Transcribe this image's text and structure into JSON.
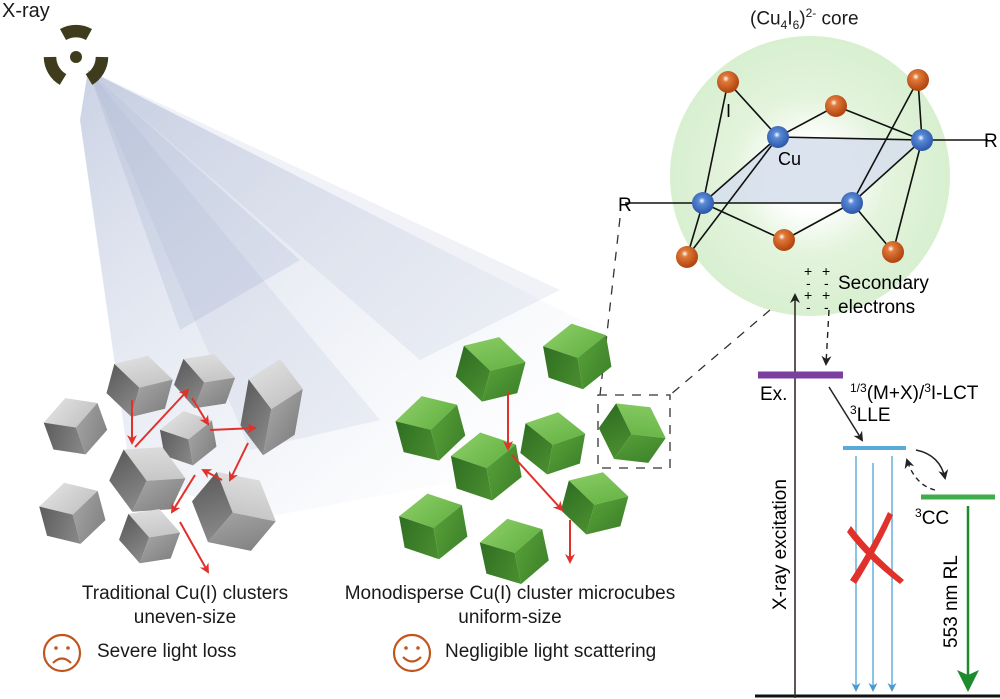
{
  "labels": {
    "xray": "X-ray",
    "core_prefix": "(Cu",
    "core_sub1": "4",
    "core_mid": "I",
    "core_sub2": "6",
    "core_close": ")",
    "core_sup": "2-",
    "core_suffix": " core",
    "atom_iodine": "I",
    "atom_copper": "Cu",
    "ligand_left": "R",
    "ligand_right": "R",
    "secondary_line1": "Secondary",
    "secondary_line2": "electrons",
    "charge_plus": "+",
    "charge_minus": "-"
  },
  "energy_diagram": {
    "axis_label": "X-ray excitation",
    "excited_label": "Ex.",
    "lct_prefix": "1/3",
    "lct_text": "(M+X)/",
    "lct_sup": "3",
    "lct_suffix": "I-LCT",
    "lle_sup": "3",
    "lle_text": "LLE",
    "cc_sup": "3",
    "cc_text": "CC",
    "emission_label": "553 nm RL",
    "colors": {
      "excited_level": "#7a3fa0",
      "lle_level": "#5aaad8",
      "cc_level": "#3fae4a",
      "emission_arrow": "#1e8a2e",
      "blocked_cross": "#e0312b"
    }
  },
  "panels": {
    "traditional": {
      "line1": "Traditional Cu(I) clusters",
      "line2": "uneven-size",
      "verdict": "Severe light loss",
      "face_icon": "sad-face-icon"
    },
    "monodisperse": {
      "line1": "Monodisperse Cu(I) cluster microcubes",
      "line2": "uniform-size",
      "verdict": "Negligible light scattering",
      "face_icon": "happy-face-icon"
    }
  },
  "colors": {
    "radiation_symbol": "#3e3c1c",
    "iodine_atom": "#c9571a",
    "copper_atom": "#3d6fc0",
    "core_glow": "#dff2d8",
    "core_plane": "#d7e0ec",
    "scatter_arrow": "#e0312b",
    "face": "#c0561e",
    "green_cube": "#5aa53a",
    "gray_cube": "#9a9a9a"
  }
}
